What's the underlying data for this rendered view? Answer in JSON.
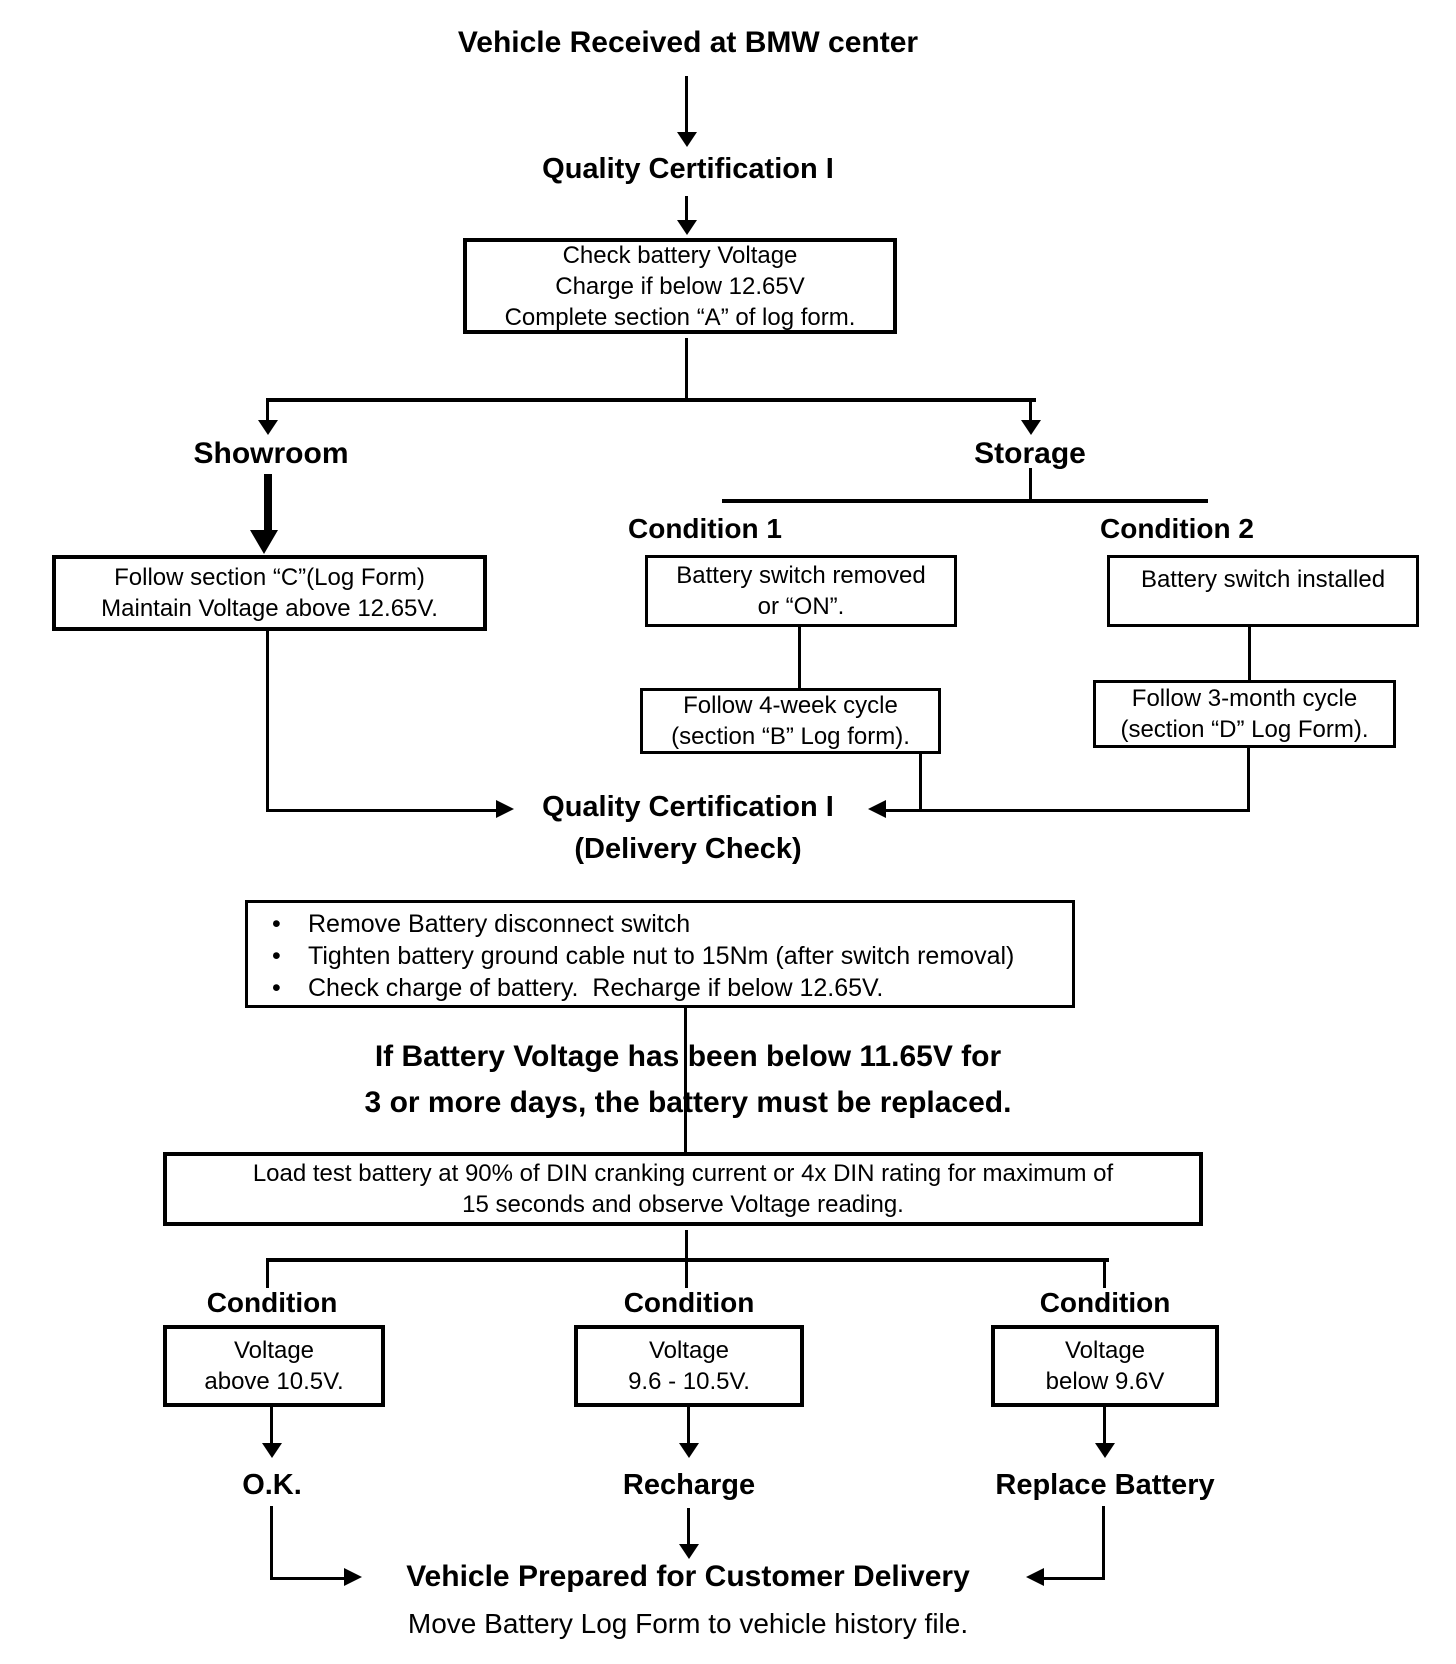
{
  "title": "Vehicle Received at BMW center",
  "quality_certification_1": "Quality Certification I",
  "check_battery_box": {
    "line1": "Check battery Voltage",
    "line2": "Charge if below 12.65V",
    "line3": "Complete section “A” of log form."
  },
  "branches": {
    "showroom": {
      "label": "Showroom",
      "box_line1": "Follow section “C”(Log Form)",
      "box_line2": "Maintain Voltage above 12.65V."
    },
    "storage": {
      "label": "Storage",
      "condition1": {
        "label": "Condition 1",
        "box_line1": "Battery switch removed",
        "box_line2": "or “ON”.",
        "cycle_line1": "Follow 4-week cycle",
        "cycle_line2": "(section “B” Log form)."
      },
      "condition2": {
        "label": "Condition 2",
        "box_line1": "Battery switch installed",
        "cycle_line1": "Follow 3-month cycle",
        "cycle_line2": "(section “D” Log Form)."
      }
    }
  },
  "delivery_check": {
    "title": "Quality Certification I",
    "subtitle": "(Delivery Check)",
    "bullet_glyph": "•",
    "bullets": [
      "Remove Battery disconnect switch",
      "Tighten battery ground cable nut to 15Nm (after switch removal)",
      "Check charge of battery.  Recharge if below 12.65V."
    ]
  },
  "replacement_note": {
    "line1": "If Battery Voltage has been below 11.65V for",
    "line2": "3 or more days, the battery must be replaced."
  },
  "load_test_box": {
    "line1": "Load test battery at 90% of DIN cranking current or 4x DIN rating for maximum of",
    "line2": "15 seconds and observe Voltage reading."
  },
  "outcomes": [
    {
      "label": "Condition",
      "box_line1": "Voltage",
      "box_line2": "above 10.5V.",
      "result": "O.K."
    },
    {
      "label": "Condition",
      "box_line1": "Voltage",
      "box_line2": "9.6 - 10.5V.",
      "result": "Recharge"
    },
    {
      "label": "Condition",
      "box_line1": "Voltage",
      "box_line2": "below 9.6V",
      "result": "Replace Battery"
    }
  ],
  "footer": {
    "line1": "Vehicle Prepared for Customer Delivery",
    "line2": "Move Battery Log Form to vehicle history file."
  }
}
